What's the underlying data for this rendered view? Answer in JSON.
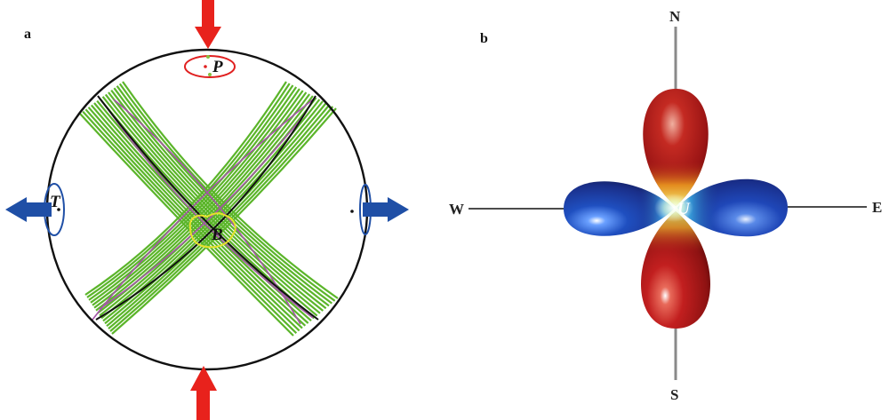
{
  "panel_a": {
    "label": "a",
    "p_axis_label": "P",
    "t_axis_label": "T",
    "b_axis_label": "B",
    "colors": {
      "compression_arrow": "#e8221c",
      "extension_arrow": "#1f4fa6",
      "plane_family": "#5bb52a",
      "best_plane": "#111111",
      "alt_plane": "#a455a8",
      "p_confidence": "#e02020",
      "t_confidence": "#1f4fa6",
      "b_confidence": "#e6e22a"
    }
  },
  "panel_b": {
    "label": "b",
    "center_label": "U",
    "directions": {
      "north": "N",
      "south": "S",
      "east": "E",
      "west": "W"
    },
    "colors": {
      "ns_lobe": "#b01818",
      "ew_lobe": "#1e3f9a",
      "axis_ns": "#8a8a8a",
      "axis_ew": "#111111"
    }
  }
}
